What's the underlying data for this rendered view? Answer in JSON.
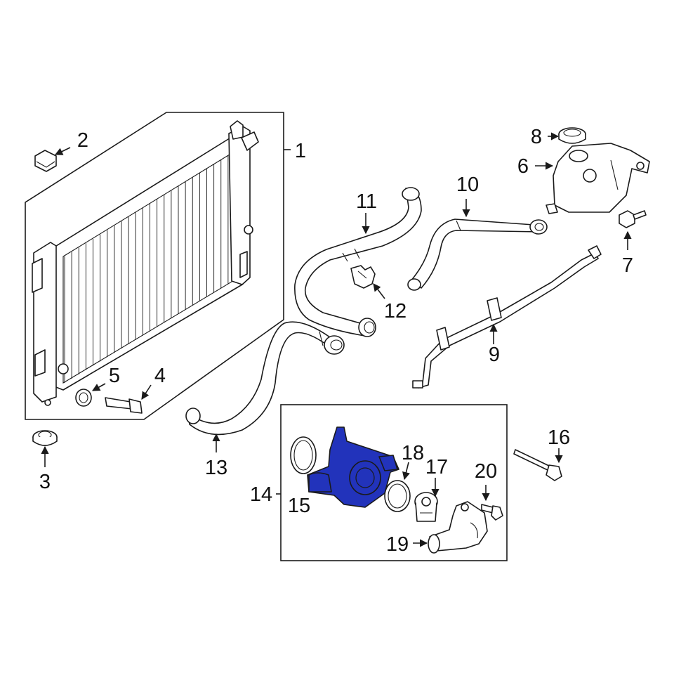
{
  "highlight_color": "#2233bb",
  "callouts": [
    {
      "id": "1",
      "label": "1"
    },
    {
      "id": "2",
      "label": "2"
    },
    {
      "id": "3",
      "label": "3"
    },
    {
      "id": "4",
      "label": "4"
    },
    {
      "id": "5",
      "label": "5"
    },
    {
      "id": "6",
      "label": "6"
    },
    {
      "id": "7",
      "label": "7"
    },
    {
      "id": "8",
      "label": "8"
    },
    {
      "id": "9",
      "label": "9"
    },
    {
      "id": "10",
      "label": "10"
    },
    {
      "id": "11",
      "label": "11"
    },
    {
      "id": "12",
      "label": "12"
    },
    {
      "id": "13",
      "label": "13"
    },
    {
      "id": "14",
      "label": "14"
    },
    {
      "id": "15",
      "label": "15"
    },
    {
      "id": "16",
      "label": "16"
    },
    {
      "id": "17",
      "label": "17"
    },
    {
      "id": "18",
      "label": "18"
    },
    {
      "id": "19",
      "label": "19"
    },
    {
      "id": "20",
      "label": "20"
    }
  ]
}
